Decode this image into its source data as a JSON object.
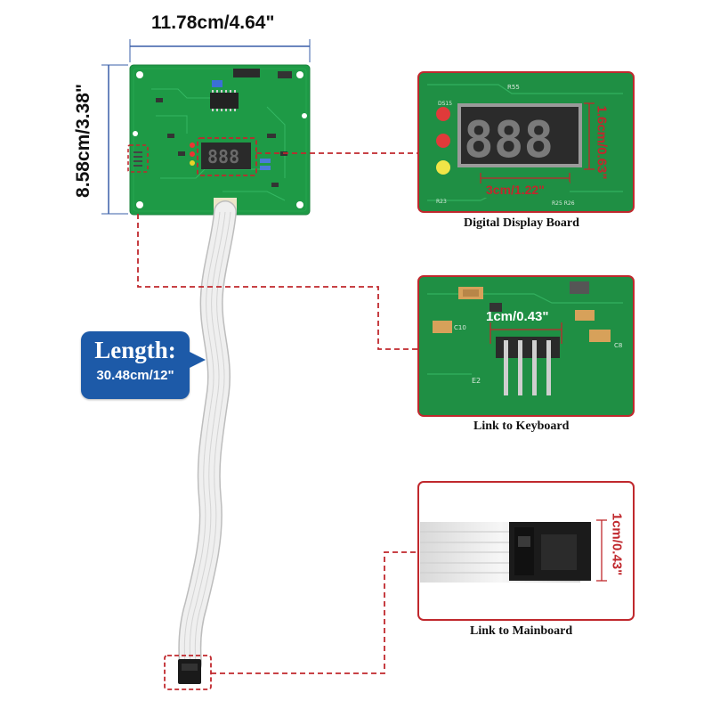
{
  "dimensions": {
    "width": "11.78cm/4.64\"",
    "height": "8.58cm/3.38\""
  },
  "cable": {
    "title": "Length:",
    "value": "30.48cm/12\""
  },
  "panels": {
    "display": {
      "caption": "Digital Display Board",
      "height_dim": "1.6cm/0.63\"",
      "width_dim": "3cm/1.22\""
    },
    "keyboard": {
      "caption": "Link to Keyboard",
      "width_dim": "1cm/0.43\""
    },
    "mainboard": {
      "caption": "Link to Mainboard",
      "height_dim": "1cm/0.43\""
    }
  },
  "colors": {
    "pcb": "#1e9a46",
    "callout": "#c0282d",
    "badge": "#1d5aa8",
    "led_segments": "#e03a3a",
    "cable": "#eeeeee"
  }
}
